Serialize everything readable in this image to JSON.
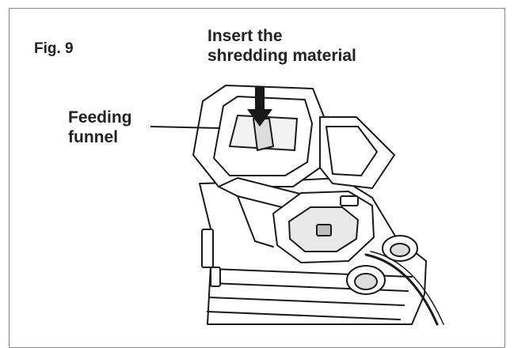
{
  "figure": {
    "label": "Fig. 9",
    "callouts": {
      "insert_material": "Insert the\nshredding material",
      "feeding_funnel": "Feeding\nfunnel"
    },
    "colors": {
      "line": "#1a1a1a",
      "frame": "#8a8a8a",
      "shade": "#cfcfcf"
    }
  }
}
